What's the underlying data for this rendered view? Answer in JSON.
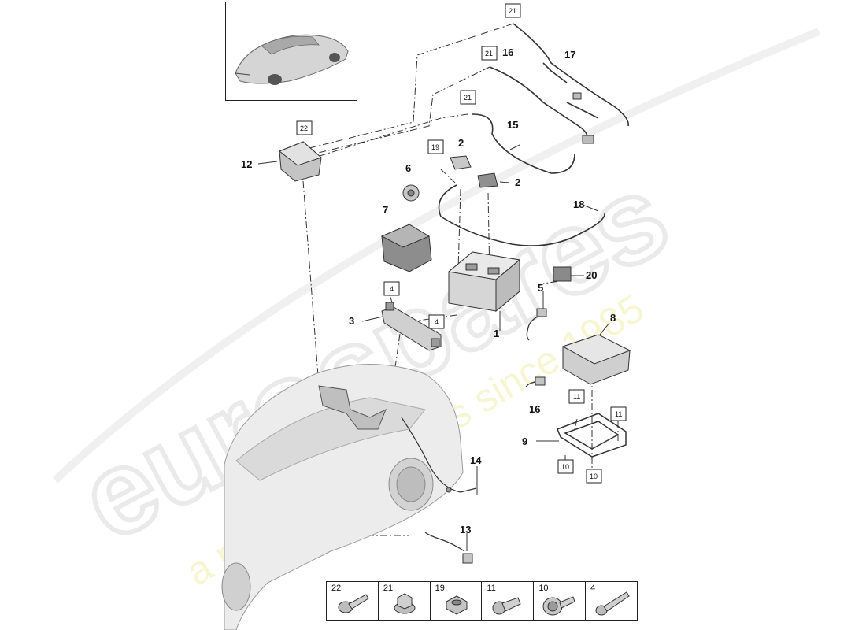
{
  "watermark": {
    "brand_a": "euro",
    "brand_b": "spares",
    "tagline": "a passion for parts since 1985"
  },
  "callouts": {
    "c1": "1",
    "c2a": "2",
    "c2b": "2",
    "c3": "3",
    "c5": "5",
    "c6": "6",
    "c7": "7",
    "c8": "8",
    "c9": "9",
    "c12": "12",
    "c13": "13",
    "c14": "14",
    "c15": "15",
    "c16a": "16",
    "c16b": "16",
    "c17": "17",
    "c18": "18",
    "c20": "20"
  },
  "boxed": {
    "b21a": "21",
    "b21b": "21",
    "b21c": "21",
    "b22": "22",
    "b19": "19",
    "b4a": "4",
    "b4b": "4",
    "b11a": "11",
    "b11b": "11",
    "b10a": "10",
    "b10b": "10"
  },
  "legend": [
    {
      "label": "22",
      "icon": "bolt-flange-icon"
    },
    {
      "label": "21",
      "icon": "nut-flange-icon"
    },
    {
      "label": "19",
      "icon": "hex-nut-icon"
    },
    {
      "label": "11",
      "icon": "bolt-short-icon"
    },
    {
      "label": "10",
      "icon": "screw-washer-icon"
    },
    {
      "label": "4",
      "icon": "bolt-long-icon"
    }
  ]
}
